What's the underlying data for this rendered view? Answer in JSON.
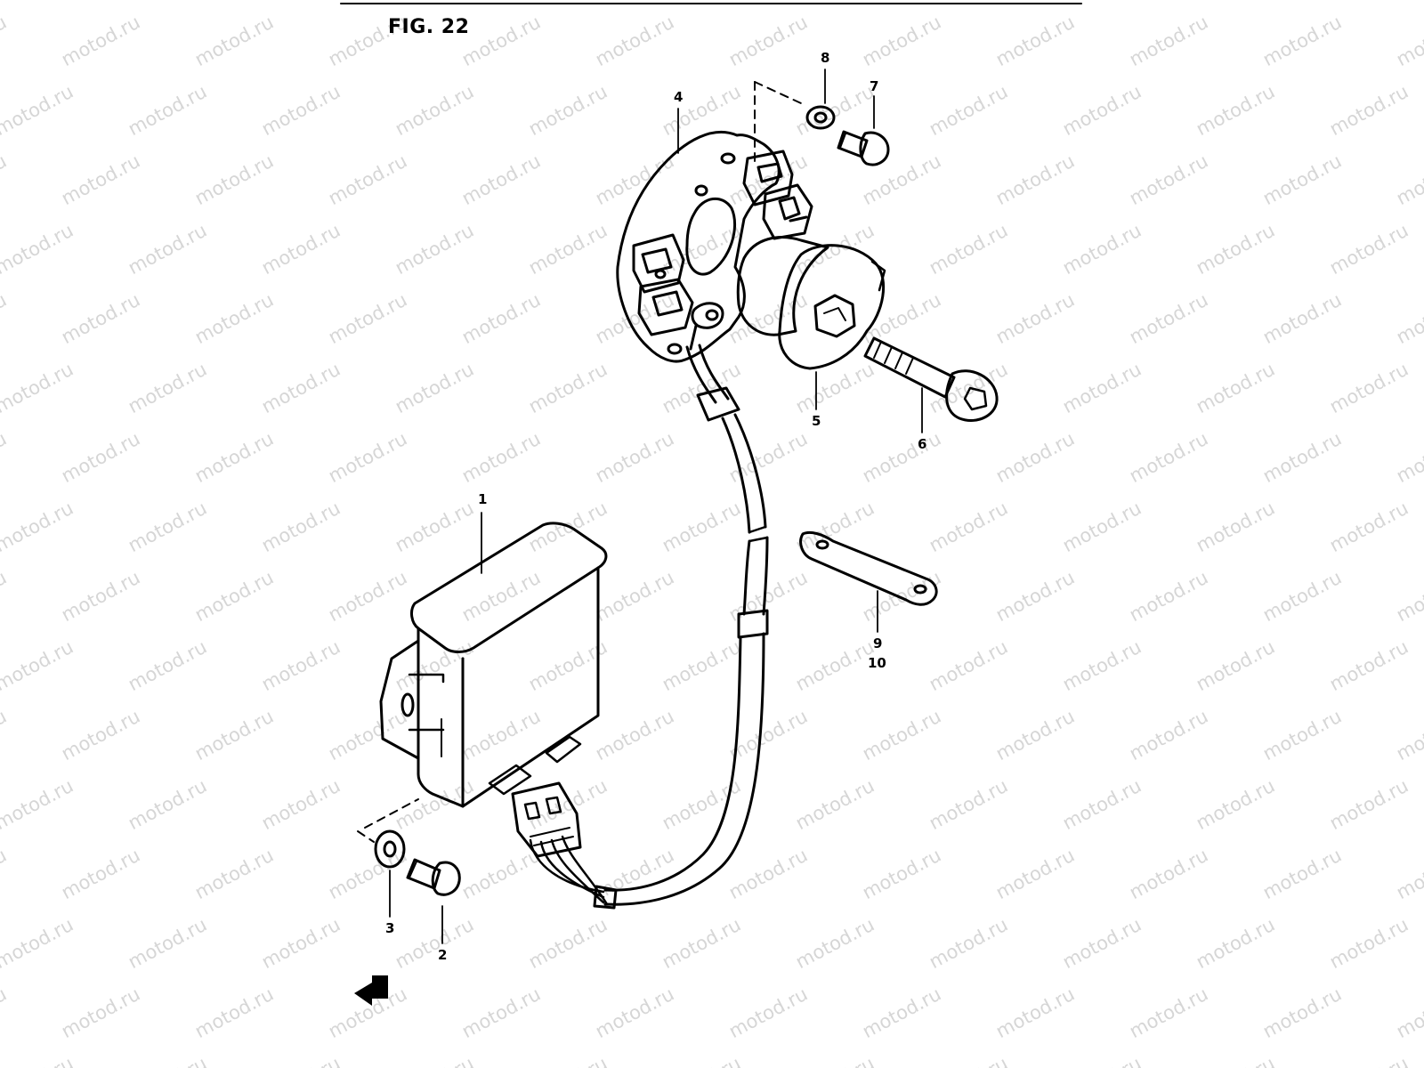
{
  "figure": {
    "title": "FIG. 22"
  },
  "watermark": {
    "text": "motod.ru"
  },
  "callouts": {
    "c1": "1",
    "c2": "2",
    "c3": "3",
    "c4": "4",
    "c5": "5",
    "c6": "6",
    "c7": "7",
    "c8": "8",
    "c9": "9",
    "c10": "10"
  },
  "colors": {
    "ink": "#000000",
    "watermark": "#d6d6d6",
    "background": "#ffffff"
  }
}
